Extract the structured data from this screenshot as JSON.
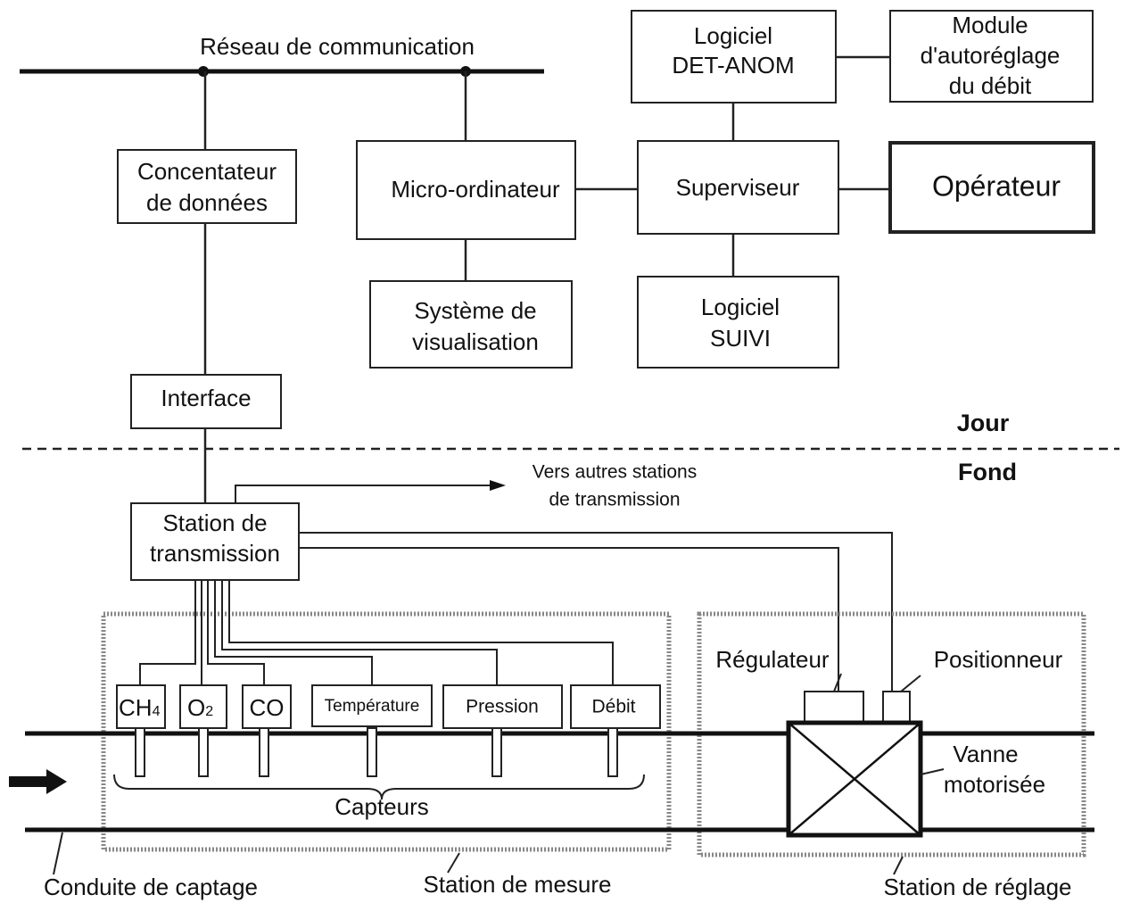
{
  "network": {
    "label": "Réseau de communication"
  },
  "top": {
    "det_anom": {
      "line1": "Logiciel",
      "line2": "DET-ANOM"
    },
    "autoreglage": {
      "line1": "Module",
      "line2": "d'autoréglage",
      "line3": "du débit"
    },
    "concentrateur": {
      "line1": "Concentateur",
      "line2": "de données"
    },
    "micro": {
      "label": "Micro-ordinateur"
    },
    "superviseur": {
      "label": "Superviseur"
    },
    "operateur": {
      "label": "Opérateur"
    },
    "visualisation": {
      "line1": "Système de",
      "line2": "visualisation"
    },
    "suivi": {
      "line1": "Logiciel",
      "line2": "SUIVI"
    },
    "interface": {
      "label": "Interface"
    }
  },
  "levels": {
    "jour": "Jour",
    "fond": "Fond"
  },
  "bottom": {
    "vers_autres": {
      "line1": "Vers autres stations",
      "line2": "de transmission"
    },
    "transmission": {
      "line1": "Station de",
      "line2": "transmission"
    },
    "sensors": {
      "ch4": {
        "main": "CH",
        "sub": "4"
      },
      "o2": {
        "main": "O",
        "sub": "2"
      },
      "co": "CO",
      "temperature": "Température",
      "pression": "Pression",
      "debit": "Débit"
    },
    "capteurs": "Capteurs",
    "regulateur": "Régulateur",
    "positionneur": "Positionneur",
    "vanne": {
      "line1": "Vanne",
      "line2": "motorisée"
    },
    "conduite": "Conduite de captage",
    "station_mesure": "Station de mesure",
    "station_reglage": "Station de réglage"
  }
}
